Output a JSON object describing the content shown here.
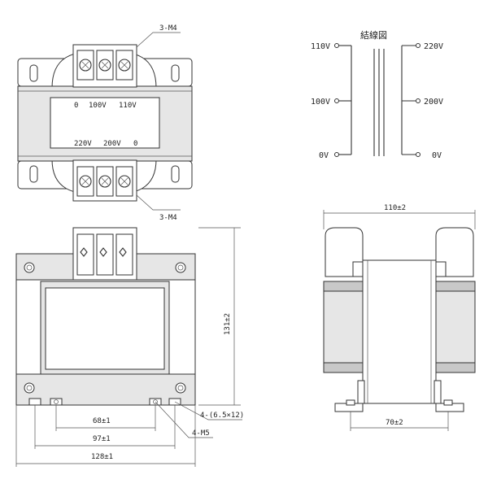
{
  "top_view": {
    "callout_top": "3-M4",
    "callout_bottom": "3-M4",
    "primary_taps": [
      "0",
      "100V",
      "110V"
    ],
    "secondary_taps": [
      "220V",
      "200V",
      "0"
    ]
  },
  "wiring": {
    "title": "結線図",
    "left_labels": [
      "110V",
      "100V",
      "0V"
    ],
    "right_labels": [
      "220V",
      "200V",
      "0V"
    ]
  },
  "front_view": {
    "height": "131±2",
    "mount_holes": "4-(6.5×12)",
    "screws": "4-M5",
    "dim_inner": "68±1",
    "dim_mid": "97±1",
    "dim_outer": "128±1"
  },
  "side_view": {
    "width": "110±2",
    "base": "70±2"
  }
}
